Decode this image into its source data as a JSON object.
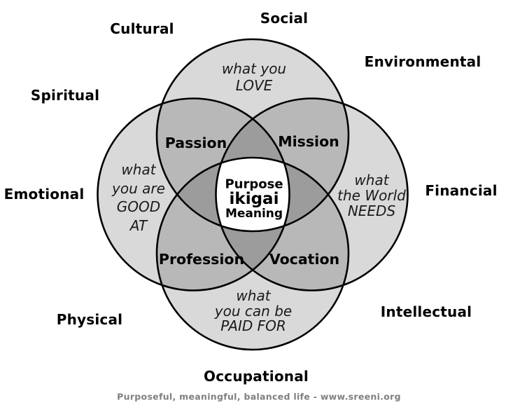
{
  "outer_labels": {
    "social": "Social",
    "cultural": "Cultural",
    "environmental": "Environmental",
    "spiritual": "Spiritual",
    "emotional": "Emotional",
    "financial": "Financial",
    "physical": "Physical",
    "intellectual": "Intellectual",
    "occupational": "Occupational"
  },
  "venn": {
    "love": {
      "line1": "what you",
      "line2": "LOVE"
    },
    "good_at": {
      "line1": "what",
      "line2": "you are",
      "line3": "GOOD",
      "line4": "AT"
    },
    "needs": {
      "line1": "what",
      "line2": "the World",
      "line3": "NEEDS"
    },
    "paid_for": {
      "line1": "what",
      "line2": "you can be",
      "line3": "PAID FOR"
    }
  },
  "overlaps": {
    "passion": "Passion",
    "mission": "Mission",
    "profession": "Profession",
    "vocation": "Vocation"
  },
  "center": {
    "line1": "Purpose",
    "line2": "ikigai",
    "line3": "Meaning"
  },
  "footer": "Purposeful, meaningful, balanced life - www.sreeni.org",
  "colors": {
    "background": "#ffffff",
    "shade": "#000000",
    "stroke": "#000000",
    "circle_single": "#d9d9d9",
    "overlap_two": "#b8b8b8",
    "overlap_three": "#9d9d9d",
    "center_bg": "#ffffff",
    "footer_text": "#7f7f7f"
  }
}
